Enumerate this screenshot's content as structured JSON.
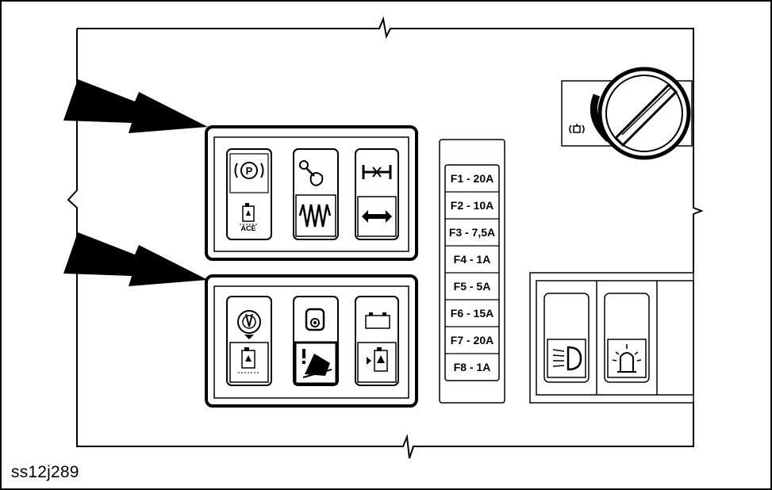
{
  "figure": {
    "reference_code": "ss12j289"
  },
  "fuse_box": {
    "fuses": [
      {
        "label": "F1 - 20A"
      },
      {
        "label": "F2 - 10A"
      },
      {
        "label": "F3 - 7,5A"
      },
      {
        "label": "F4 - 1A"
      },
      {
        "label": "F5 - 5A"
      },
      {
        "label": "F6 - 15A"
      },
      {
        "label": "F7 - 20A"
      },
      {
        "label": "F8 - 1A"
      }
    ]
  },
  "upper_panel": {
    "indicators": [
      {
        "icon": "parking-brake-icon"
      },
      {
        "icon": "ace-fuel-icon",
        "text": "ACE"
      },
      {
        "icon": "joystick-icon"
      },
      {
        "icon": "vibration-icon"
      },
      {
        "icon": "axle-lock-icon"
      },
      {
        "icon": "bidirectional-arrow-icon"
      }
    ]
  },
  "lower_panel": {
    "indicators": [
      {
        "icon": "brake-icon"
      },
      {
        "icon": "hydraulic-filter-icon"
      },
      {
        "icon": "engine-oil-icon"
      },
      {
        "icon": "tilt-warning-icon"
      },
      {
        "icon": "battery-icon"
      },
      {
        "icon": "fuel-pump-icon"
      }
    ]
  },
  "switch_panel": {
    "switches": [
      {
        "icon": "headlight-icon"
      },
      {
        "icon": "beacon-icon"
      }
    ]
  },
  "ignition": {
    "icon": "ignition-key-icon",
    "symbol_icon": "glow-plug-icon"
  }
}
